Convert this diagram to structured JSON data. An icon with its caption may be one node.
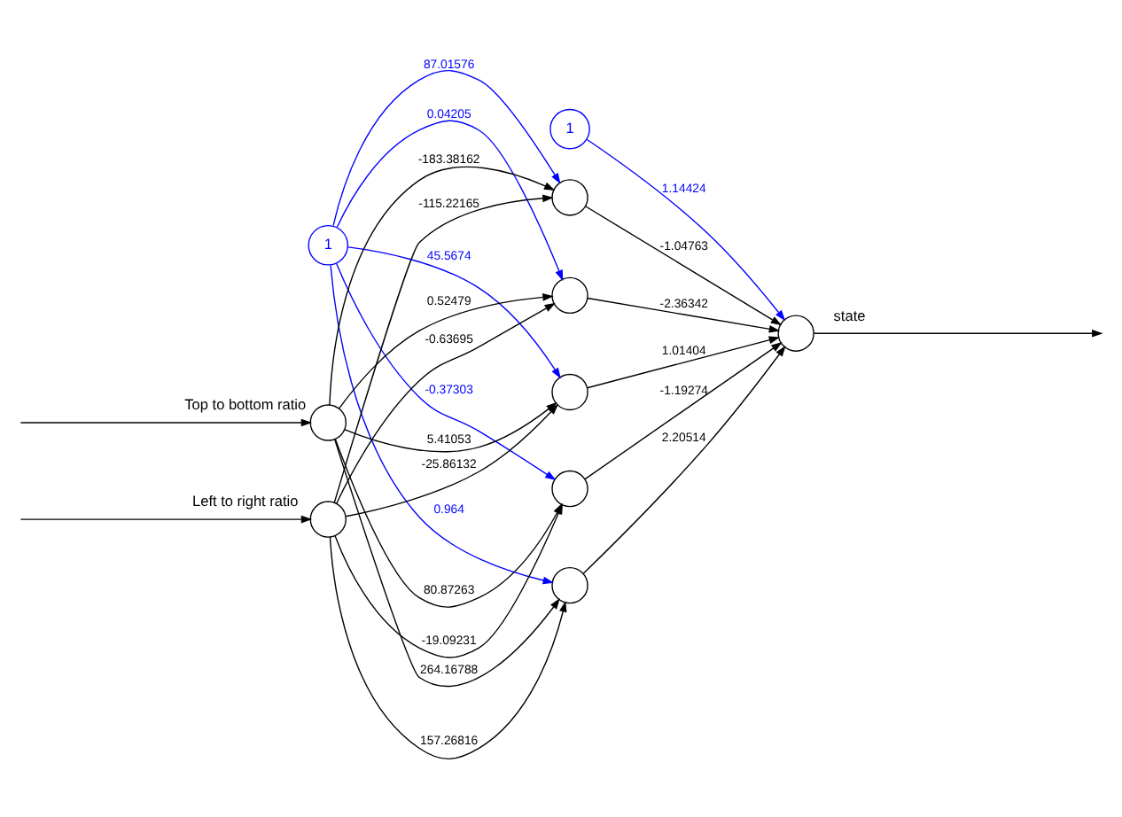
{
  "diagram": {
    "nodes": [
      {
        "text": [
          "1"
        ]
      },
      {
        "text": [
          "1"
        ]
      },
      {
        "text": [],
        "shape": "circle",
        "beside": [
          "Top to bottom ratio"
        ]
      },
      {
        "text": [],
        "shape": "circle",
        "beside": [
          "Left to right ratio"
        ]
      },
      {
        "text": [],
        "shape": "circle"
      },
      {
        "text": [],
        "shape": "circle"
      },
      {
        "text": [],
        "shape": "circle"
      },
      {
        "text": [],
        "shape": "circle"
      },
      {
        "text": [],
        "shape": "circle"
      },
      {
        "text": [],
        "shape": "circle",
        "beside": [
          "state"
        ]
      }
    ],
    "edges": [
      {
        "from": null,
        "to": 2,
        "arrow": "to"
      },
      {
        "from": null,
        "to": 3,
        "arrow": "to"
      },
      {
        "from": 2,
        "to": 4,
        "arrow": "to",
        "label": "-183.38162"
      },
      {
        "from": 2,
        "to": 5,
        "arrow": "to",
        "label": "0.52479"
      },
      {
        "from": 2,
        "to": 6,
        "arrow": "to",
        "label": "5.41053"
      },
      {
        "from": 2,
        "to": 7,
        "arrow": "to",
        "label": "80.87263"
      },
      {
        "from": 2,
        "to": 8,
        "arrow": "to",
        "label": "264.16788"
      },
      {
        "from": 3,
        "to": 4,
        "arrow": "to",
        "label": "-115.22165"
      },
      {
        "from": 3,
        "to": 5,
        "arrow": "to",
        "label": "-0.63695"
      },
      {
        "from": 3,
        "to": 6,
        "arrow": "to",
        "label": "-25.86132"
      },
      {
        "from": 3,
        "to": 7,
        "arrow": "to",
        "label": "-19.09231"
      },
      {
        "from": 3,
        "to": 8,
        "arrow": "to",
        "label": "157.26816"
      },
      {
        "from": 0,
        "to": 4,
        "arrow": "to",
        "label": "87.01576",
        "color": "#0000ff"
      },
      {
        "from": 0,
        "to": 5,
        "arrow": "to",
        "label": "0.04205",
        "color": "#0000ff"
      },
      {
        "from": 0,
        "to": 6,
        "arrow": "to",
        "label": "45.5674",
        "color": "#0000ff"
      },
      {
        "from": 0,
        "to": 7,
        "arrow": "to",
        "label": "-0.37303",
        "color": "#0000ff"
      },
      {
        "from": 0,
        "to": 8,
        "arrow": "to",
        "label": "0.964",
        "color": "#0000ff"
      },
      {
        "from": 4,
        "to": 9,
        "arrow": "to",
        "label": "-1.04763"
      },
      {
        "from": 5,
        "to": 9,
        "arrow": "to",
        "label": "-2.36342"
      },
      {
        "from": 6,
        "to": 9,
        "arrow": "to",
        "label": "1.01404"
      },
      {
        "from": 7,
        "to": 9,
        "arrow": "to",
        "label": "-1.19274"
      },
      {
        "from": 8,
        "to": 9,
        "arrow": "to",
        "label": "2.20514"
      },
      {
        "from": 1,
        "to": 9,
        "arrow": "to",
        "label": "1.14424",
        "color": "#0000ff"
      },
      {
        "from": 9,
        "to": null,
        "arrow": "to"
      }
    ]
  }
}
